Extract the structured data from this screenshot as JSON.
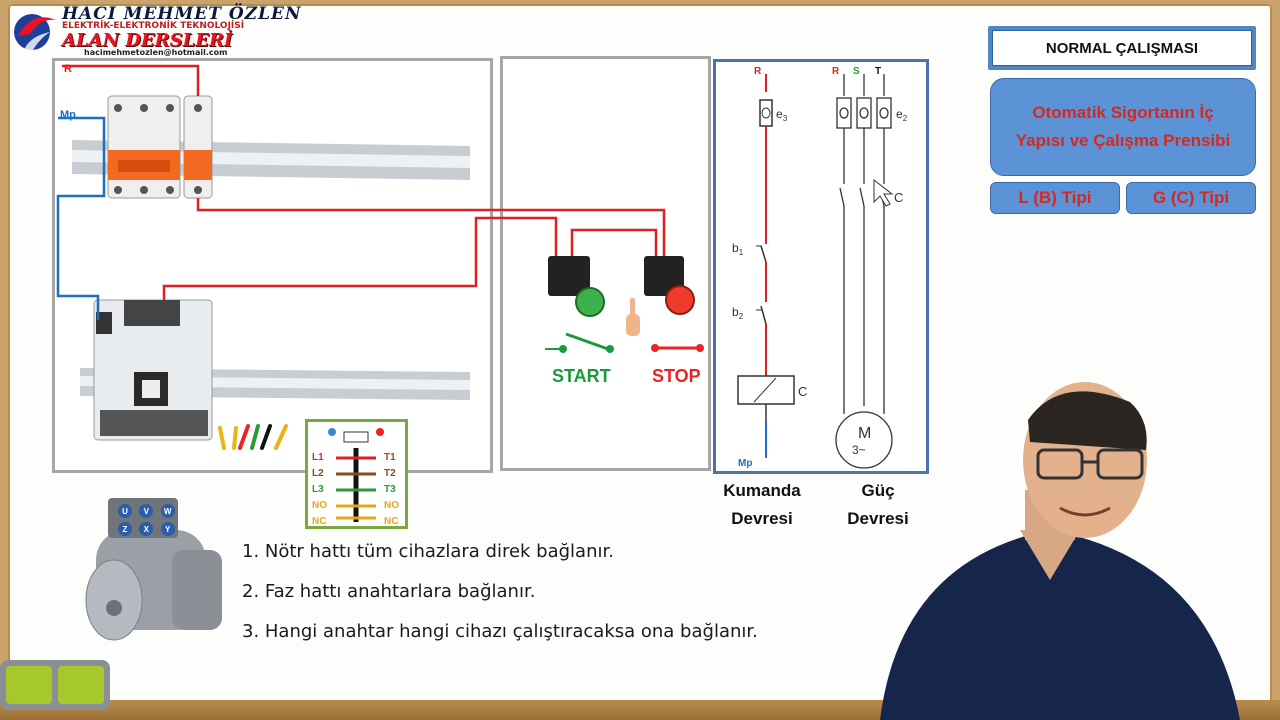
{
  "logo": {
    "name": "HACI MEHMET ÖZLEN",
    "subtitle": "ELEKTRİK-ELEKTRONİK TEKNOLOJİSİ",
    "title": "ALAN DERSLERİ",
    "email": "hacimehmetozlen@hotmail.com"
  },
  "header_box": {
    "label": "NORMAL ÇALIŞMASI"
  },
  "topic_box": {
    "label": "Otomatik Sigortanın İç Yapısı ve Çalışma Prensibi"
  },
  "type_buttons": [
    {
      "label": "L (B) Tipi"
    },
    {
      "label": "G (C) Tipi"
    }
  ],
  "wiring": {
    "phase_label": "R",
    "neutral_label": "Mp"
  },
  "buttons_panel": {
    "start_label": "START",
    "stop_label": "STOP"
  },
  "schematic": {
    "r_label": "R",
    "r2_label": "R",
    "s_label": "S",
    "t_label": "T",
    "e3_label": "e",
    "e3_sub": "3",
    "e2_label": "e",
    "e2_sub": "2",
    "b1_label": "b",
    "b1_sub": "1",
    "b2_label": "b",
    "b2_sub": "2",
    "coil_label": "C",
    "contact_label": "C",
    "mp_label": "Mp",
    "motor_label": "M",
    "motor_sub": "3~",
    "kumanda_line1": "Kumanda",
    "kumanda_line2": "Devresi",
    "guc_line1": "Güç",
    "guc_line2": "Devresi"
  },
  "contactor_terminals": {
    "rows": [
      {
        "left": "L1",
        "right": "T1"
      },
      {
        "left": "L2",
        "right": "T2"
      },
      {
        "left": "L3",
        "right": "T3"
      },
      {
        "left": "NO",
        "right": "NO"
      },
      {
        "left": "NC",
        "right": "NC"
      }
    ]
  },
  "motor_terminals": [
    "U",
    "V",
    "W",
    "Z",
    "X",
    "Y"
  ],
  "instructions": [
    "1. Nötr hattı tüm cihazlara direk bağlanır.",
    "2. Faz hattı anahtarlara bağlanır.",
    "3. Hangi anahtar hangi cihazı çalıştıracaksa ona bağlanır."
  ],
  "colors": {
    "phase": "#e02020",
    "neutral": "#1c6fc0",
    "accent_blue": "#5b93d6",
    "start_green": "#1a9a3a",
    "stop_red": "#e22222"
  }
}
